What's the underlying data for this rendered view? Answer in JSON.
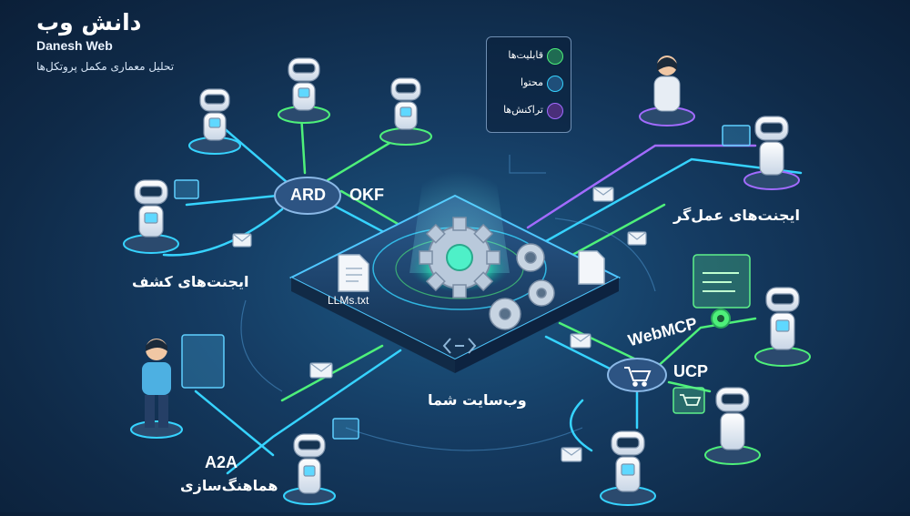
{
  "brand": {
    "title_fa": "دانش وب",
    "title_en": "Danesh Web",
    "subtitle": "تحلیل معماری مکمل پروتکل‌ها"
  },
  "capabilities": {
    "items": [
      "قابلیت‌ها",
      "محتوا",
      "تراکنش‌ها"
    ]
  },
  "labels": {
    "ard": "ARD",
    "okf": "OKF",
    "llms_txt": "LLMs.txt",
    "discovery_agents": "ایجنت‌های کشف",
    "operator_agents": "ایجنت‌های عمل‌گر",
    "webmcp": "WebMCP",
    "ucp": "UCP",
    "your_website": "وب‌سایت شما",
    "a2a": "A2A",
    "orchestration": "هماهنگ‌سازی"
  },
  "colors": {
    "bg": "#153c63",
    "cyan": "#36d3ff",
    "green": "#4ef07a",
    "purple": "#a26bff",
    "platform": "#1e3f66",
    "robot": "#e8eef6"
  },
  "icons": [
    "gear-icon",
    "document-icon",
    "cart-icon",
    "envelope-icon",
    "robot-icon",
    "person-icon"
  ]
}
